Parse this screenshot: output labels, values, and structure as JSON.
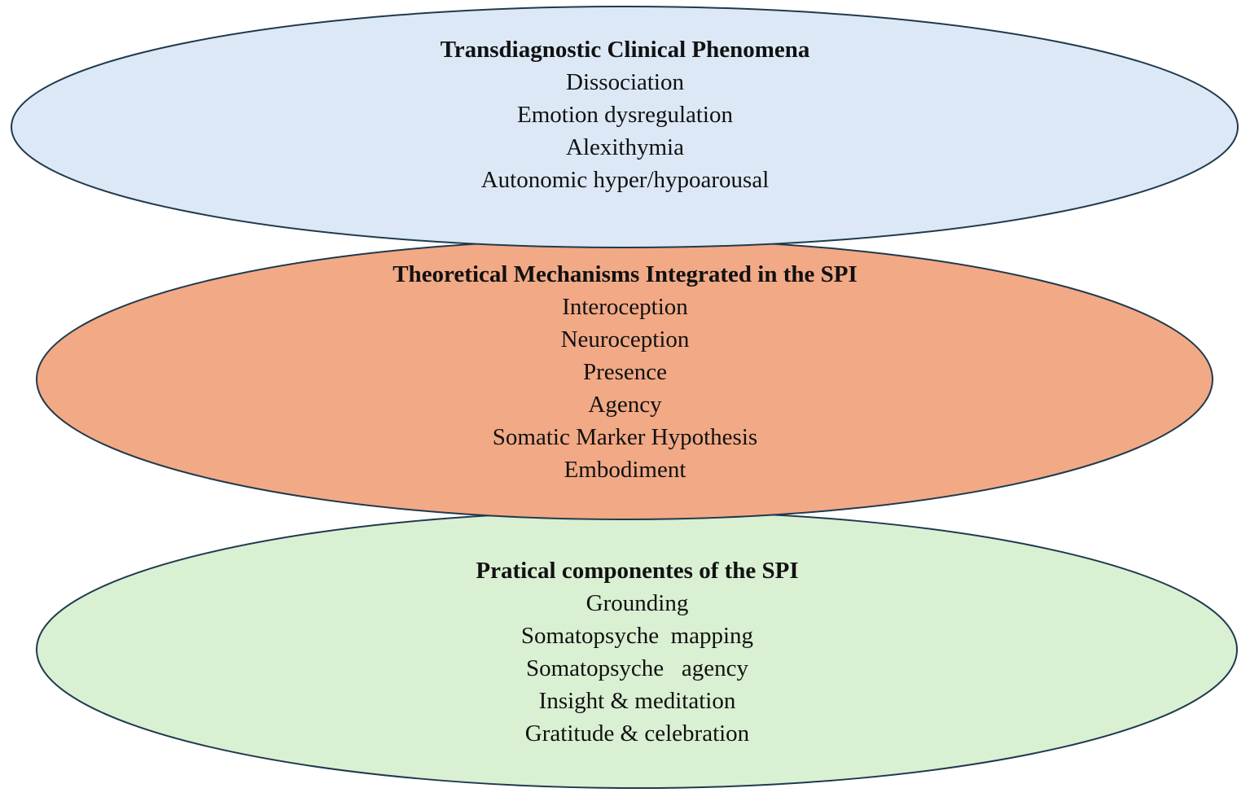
{
  "layers": [
    {
      "title": "Transdiagnostic Clinical Phenomena",
      "items": [
        "Dissociation",
        "Emotion dysregulation",
        "Alexithymia",
        "Autonomic hyper/hypoarousal"
      ],
      "fill": "#dce8f6"
    },
    {
      "title": "Theoretical Mechanisms Integrated in the SPI",
      "items": [
        "Interoception",
        "Neuroception",
        "Presence",
        "Agency",
        "Somatic Marker Hypothesis",
        "Embodiment"
      ],
      "fill": "#f2a986"
    },
    {
      "title": "Pratical componentes of the SPI",
      "items": [
        "Grounding",
        "Somatopsyche  mapping",
        "Somatopsyche   agency",
        "Insight & meditation",
        "Gratitude & celebration"
      ],
      "fill": "#d9f0d3"
    }
  ],
  "outline_color": "#1f3a4d"
}
